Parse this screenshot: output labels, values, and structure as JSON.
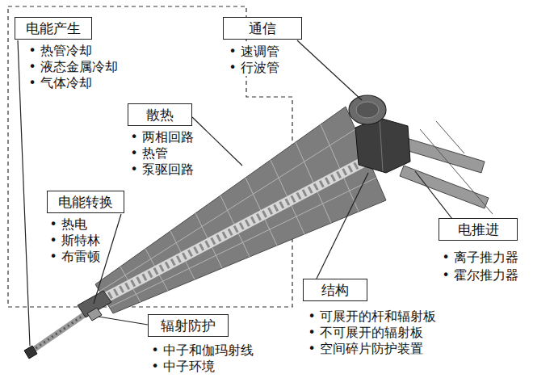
{
  "diagram": {
    "nodes": [
      {
        "text": [
          "电能产生",
          "• 热管冷却",
          "• 液态金属冷却",
          "• 气体冷却"
        ]
      },
      {
        "text": [
          "通信",
          "• 速调管",
          "• 行波管"
        ]
      },
      {
        "text": [
          "散热",
          "• 两相回路",
          "• 热管",
          "• 泵驱回路"
        ]
      },
      {
        "text": [
          "电能转换",
          "• 热电",
          "• 斯特林",
          "• 布雷顿"
        ]
      },
      {
        "text": [
          "电推进",
          "• 离子推力器",
          "• 霍尔推力器"
        ]
      },
      {
        "text": [
          "结构",
          "• 可展开的杆和辐射板",
          "• 不可展开的辐射板",
          "• 空间碎片防护装置"
        ]
      },
      {
        "text": [
          "辐射防护",
          "• 中子和伽玛射线",
          "• 中子环境"
        ]
      }
    ]
  }
}
